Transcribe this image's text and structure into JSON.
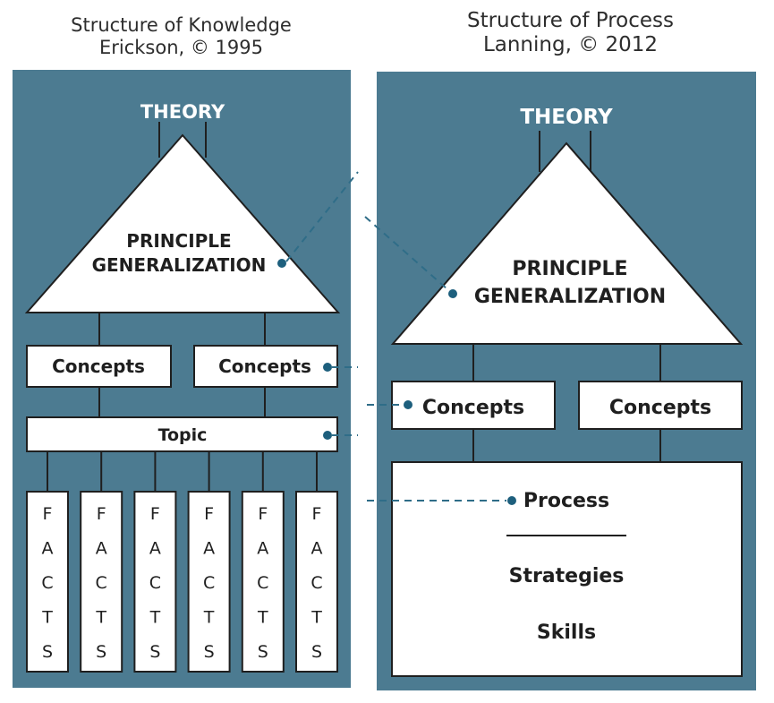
{
  "knowledge": {
    "title": "Structure of Knowledge",
    "credit": "Erickson, © 1995",
    "theory": "THEORY",
    "principle": "PRINCIPLE",
    "generalization": "GENERALIZATION",
    "concepts": [
      "Concepts",
      "Concepts"
    ],
    "topic": "Topic",
    "facts_letters": [
      "F",
      "A",
      "C",
      "T",
      "S"
    ],
    "facts_column_count": 6
  },
  "process": {
    "title": "Structure of Process",
    "credit": "Lanning, © 2012",
    "theory": "THEORY",
    "principle": "PRINCIPLE",
    "generalization": "GENERALIZATION",
    "concepts": [
      "Concepts",
      "Concepts"
    ],
    "process": "Process",
    "strategies": "Strategies",
    "skills": "Skills"
  },
  "colors": {
    "panel": "#4c7b91",
    "box": "#ffffff",
    "stroke": "#1f1f1f",
    "connector": "#2f6d88",
    "label_on_panel": "#ffffff",
    "text": "#1f1f1f"
  }
}
